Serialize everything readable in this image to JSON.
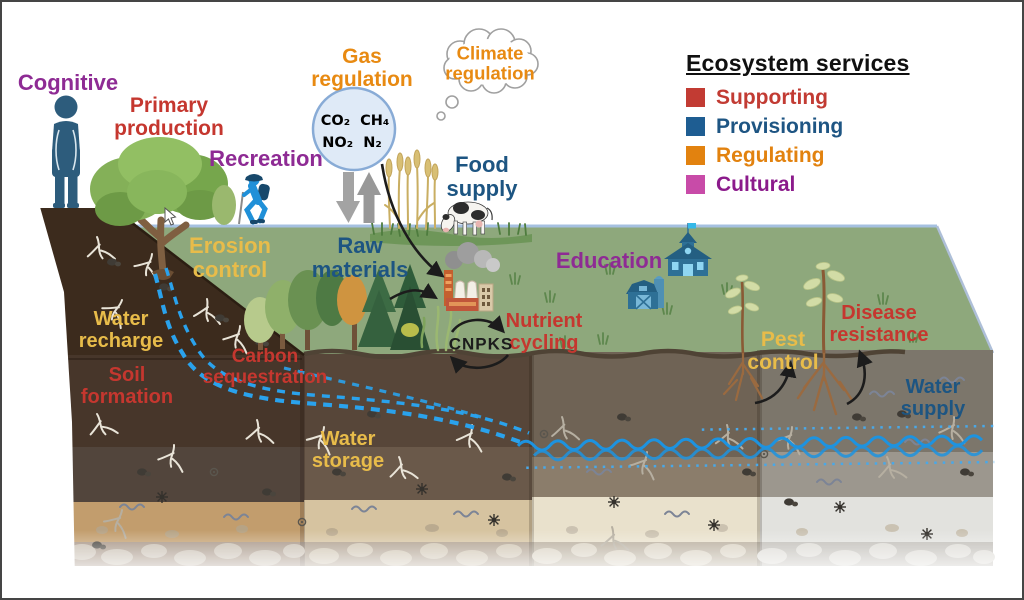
{
  "legend": {
    "title": "Ecosystem services",
    "items": [
      {
        "label": "Supporting",
        "swatch": "#c23b33",
        "text_color": "#c23b33"
      },
      {
        "label": "Provisioning",
        "swatch": "#1e5d92",
        "text_color": "#1e5583"
      },
      {
        "label": "Regulating",
        "swatch": "#e2820f",
        "text_color": "#e2820f"
      },
      {
        "label": "Cultural",
        "swatch": "#c84ba8",
        "text_color": "#8b1a8b"
      }
    ]
  },
  "colors": {
    "supporting_red": "#c5372f",
    "provisioning_blue": "#1d5582",
    "regulating_orange": "#e88a12",
    "regulating_gold": "#e8bc4a",
    "cultural_purple": "#8e2b94",
    "neutral_black": "#1c1c1c",
    "water_blue": "#2aa2ec"
  },
  "services": {
    "cognitive": {
      "text": "Cognitive",
      "category": "Cultural"
    },
    "primary_production": {
      "text": "Primary\nproduction",
      "category": "Supporting"
    },
    "recreation": {
      "text": "Recreation",
      "category": "Cultural"
    },
    "gas_regulation": {
      "text": "Gas\nregulation",
      "category": "Regulating"
    },
    "climate_regulation": {
      "text": "Climate\nregulation",
      "category": "Regulating"
    },
    "food_supply": {
      "text": "Food\nsupply",
      "category": "Provisioning"
    },
    "erosion_control": {
      "text": "Erosion\ncontrol",
      "category": "Regulating"
    },
    "raw_materials": {
      "text": "Raw\nmaterials",
      "category": "Provisioning"
    },
    "education": {
      "text": "Education",
      "category": "Cultural"
    },
    "water_recharge": {
      "text": "Water\nrecharge",
      "category": "Regulating"
    },
    "carbon_sequestration": {
      "text": "Carbon\nsequestration",
      "category": "Supporting"
    },
    "soil_formation": {
      "text": "Soil\nformation",
      "category": "Supporting"
    },
    "water_storage": {
      "text": "Water\nstorage",
      "category": "Regulating"
    },
    "nutrient_cycling": {
      "text": "Nutrient\ncycling",
      "category": "Supporting"
    },
    "pest_control": {
      "text": "Pest\ncontrol",
      "category": "Regulating"
    },
    "disease_resistance": {
      "text": "Disease\nresistance",
      "category": "Supporting"
    },
    "water_supply": {
      "text": "Water\nsupply",
      "category": "Provisioning"
    }
  },
  "annotations": {
    "nutrient_elements": "CNPKS",
    "gas_bubble_row1": "CO₂  CH₄",
    "gas_bubble_row2": "NO₂  N₂"
  },
  "icons": {
    "person": "standing-person-icon",
    "hiker": "hiker-icon",
    "tree": "tree-icon",
    "forest": "forest-icon",
    "gas_bubble": "gas-bubble-icon",
    "thought_cloud": "thought-cloud-icon",
    "wheat": "wheat-icon",
    "cow": "cow-icon",
    "factory": "factory-icon",
    "school": "school-icon",
    "barn": "barn-icon",
    "plant_with_roots": "plant-with-roots-icon",
    "mouse_cursor": "mouse-cursor-icon"
  }
}
